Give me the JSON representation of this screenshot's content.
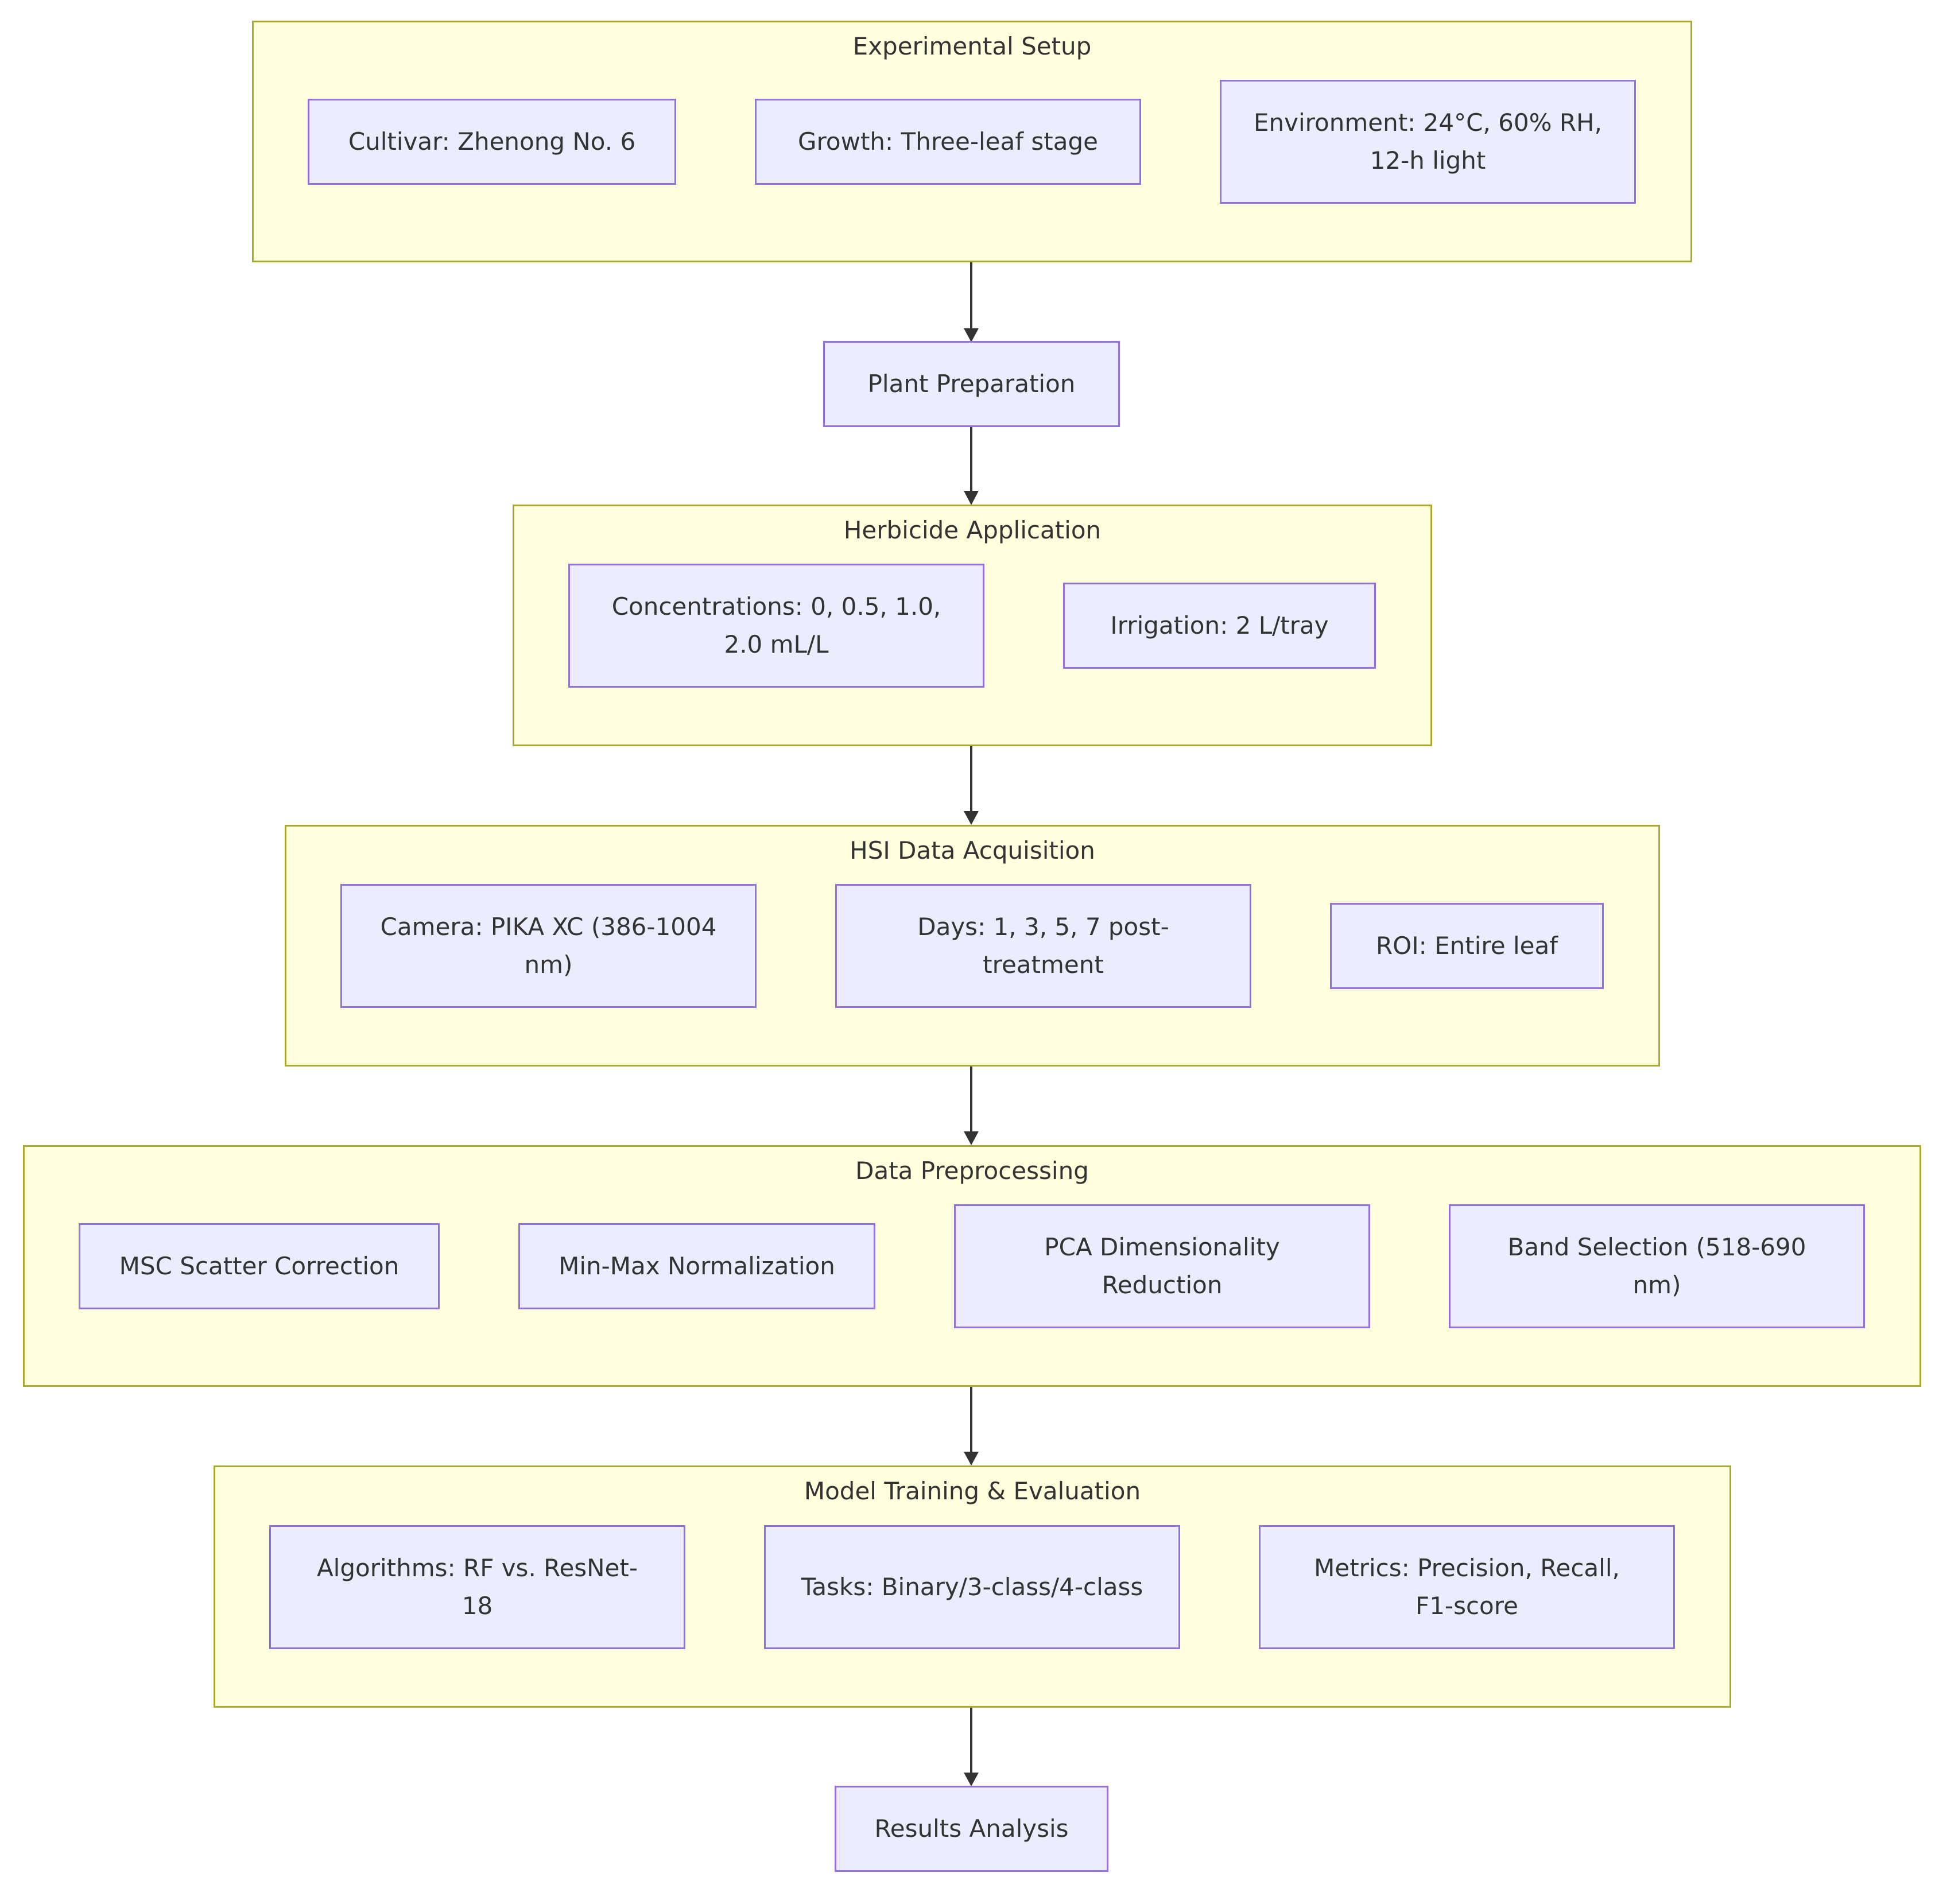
{
  "colors": {
    "group_fill": "#ffffde",
    "group_border": "#aaaa33",
    "node_fill": "#ececff",
    "node_border": "#9370db",
    "text": "#333333",
    "edge": "#333333"
  },
  "groups": {
    "experimental_setup": {
      "title": "Experimental Setup",
      "cultivar": "Cultivar: Zhenong No. 6",
      "growth": "Growth: Three-leaf stage",
      "environment": "Environment: 24°C, 60% RH, 12-h light"
    },
    "herbicide_application": {
      "title": "Herbicide Application",
      "concentrations": "Concentrations: 0, 0.5, 1.0, 2.0 mL/L",
      "irrigation": "Irrigation: 2 L/tray"
    },
    "hsi_data_acquisition": {
      "title": "HSI Data Acquisition",
      "camera": "Camera: PIKA XC (386-1004 nm)",
      "days": "Days: 1, 3, 5, 7 post-treatment",
      "roi": "ROI: Entire leaf"
    },
    "data_preprocessing": {
      "title": "Data Preprocessing",
      "msc": "MSC Scatter Correction",
      "minmax": "Min-Max Normalization",
      "pca": "PCA Dimensionality Reduction",
      "band": "Band Selection (518-690 nm)"
    },
    "model_training": {
      "title": "Model Training & Evaluation",
      "algorithms": "Algorithms: RF vs. ResNet-18",
      "tasks": "Tasks: Binary/3-class/4-class",
      "metrics": "Metrics: Precision, Recall, F1-score"
    }
  },
  "nodes": {
    "plant_preparation": "Plant Preparation",
    "results_analysis": "Results Analysis"
  }
}
